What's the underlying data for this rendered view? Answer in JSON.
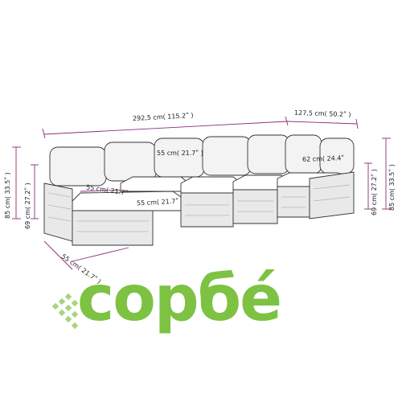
{
  "dimensions": {
    "total_width": "292,5 cm( 115.2ʺ )",
    "corner_width": "127,5 cm( 50.2ʺ )",
    "seat_width": "55 cm( 21.7ʺ )",
    "seat_width_left": "55 cm( 21.7ʺ",
    "seat_width_mid": "55 cm( 21.7ʺ",
    "depth_right": "62 cm( 24.4ʺ",
    "height_left": "85 cm( 33.5ʺ )",
    "seat_height_left": "69 cm( 27.2ʺ )",
    "height_right": "85 cm( 33.5ʺ )",
    "seat_height_right": "69 cm( 27.2ʺ )",
    "ottoman_depth": "55 cm( 21.7ʺ )"
  },
  "watermark": {
    "brand": "сорбé",
    "color": "#7dc242"
  }
}
